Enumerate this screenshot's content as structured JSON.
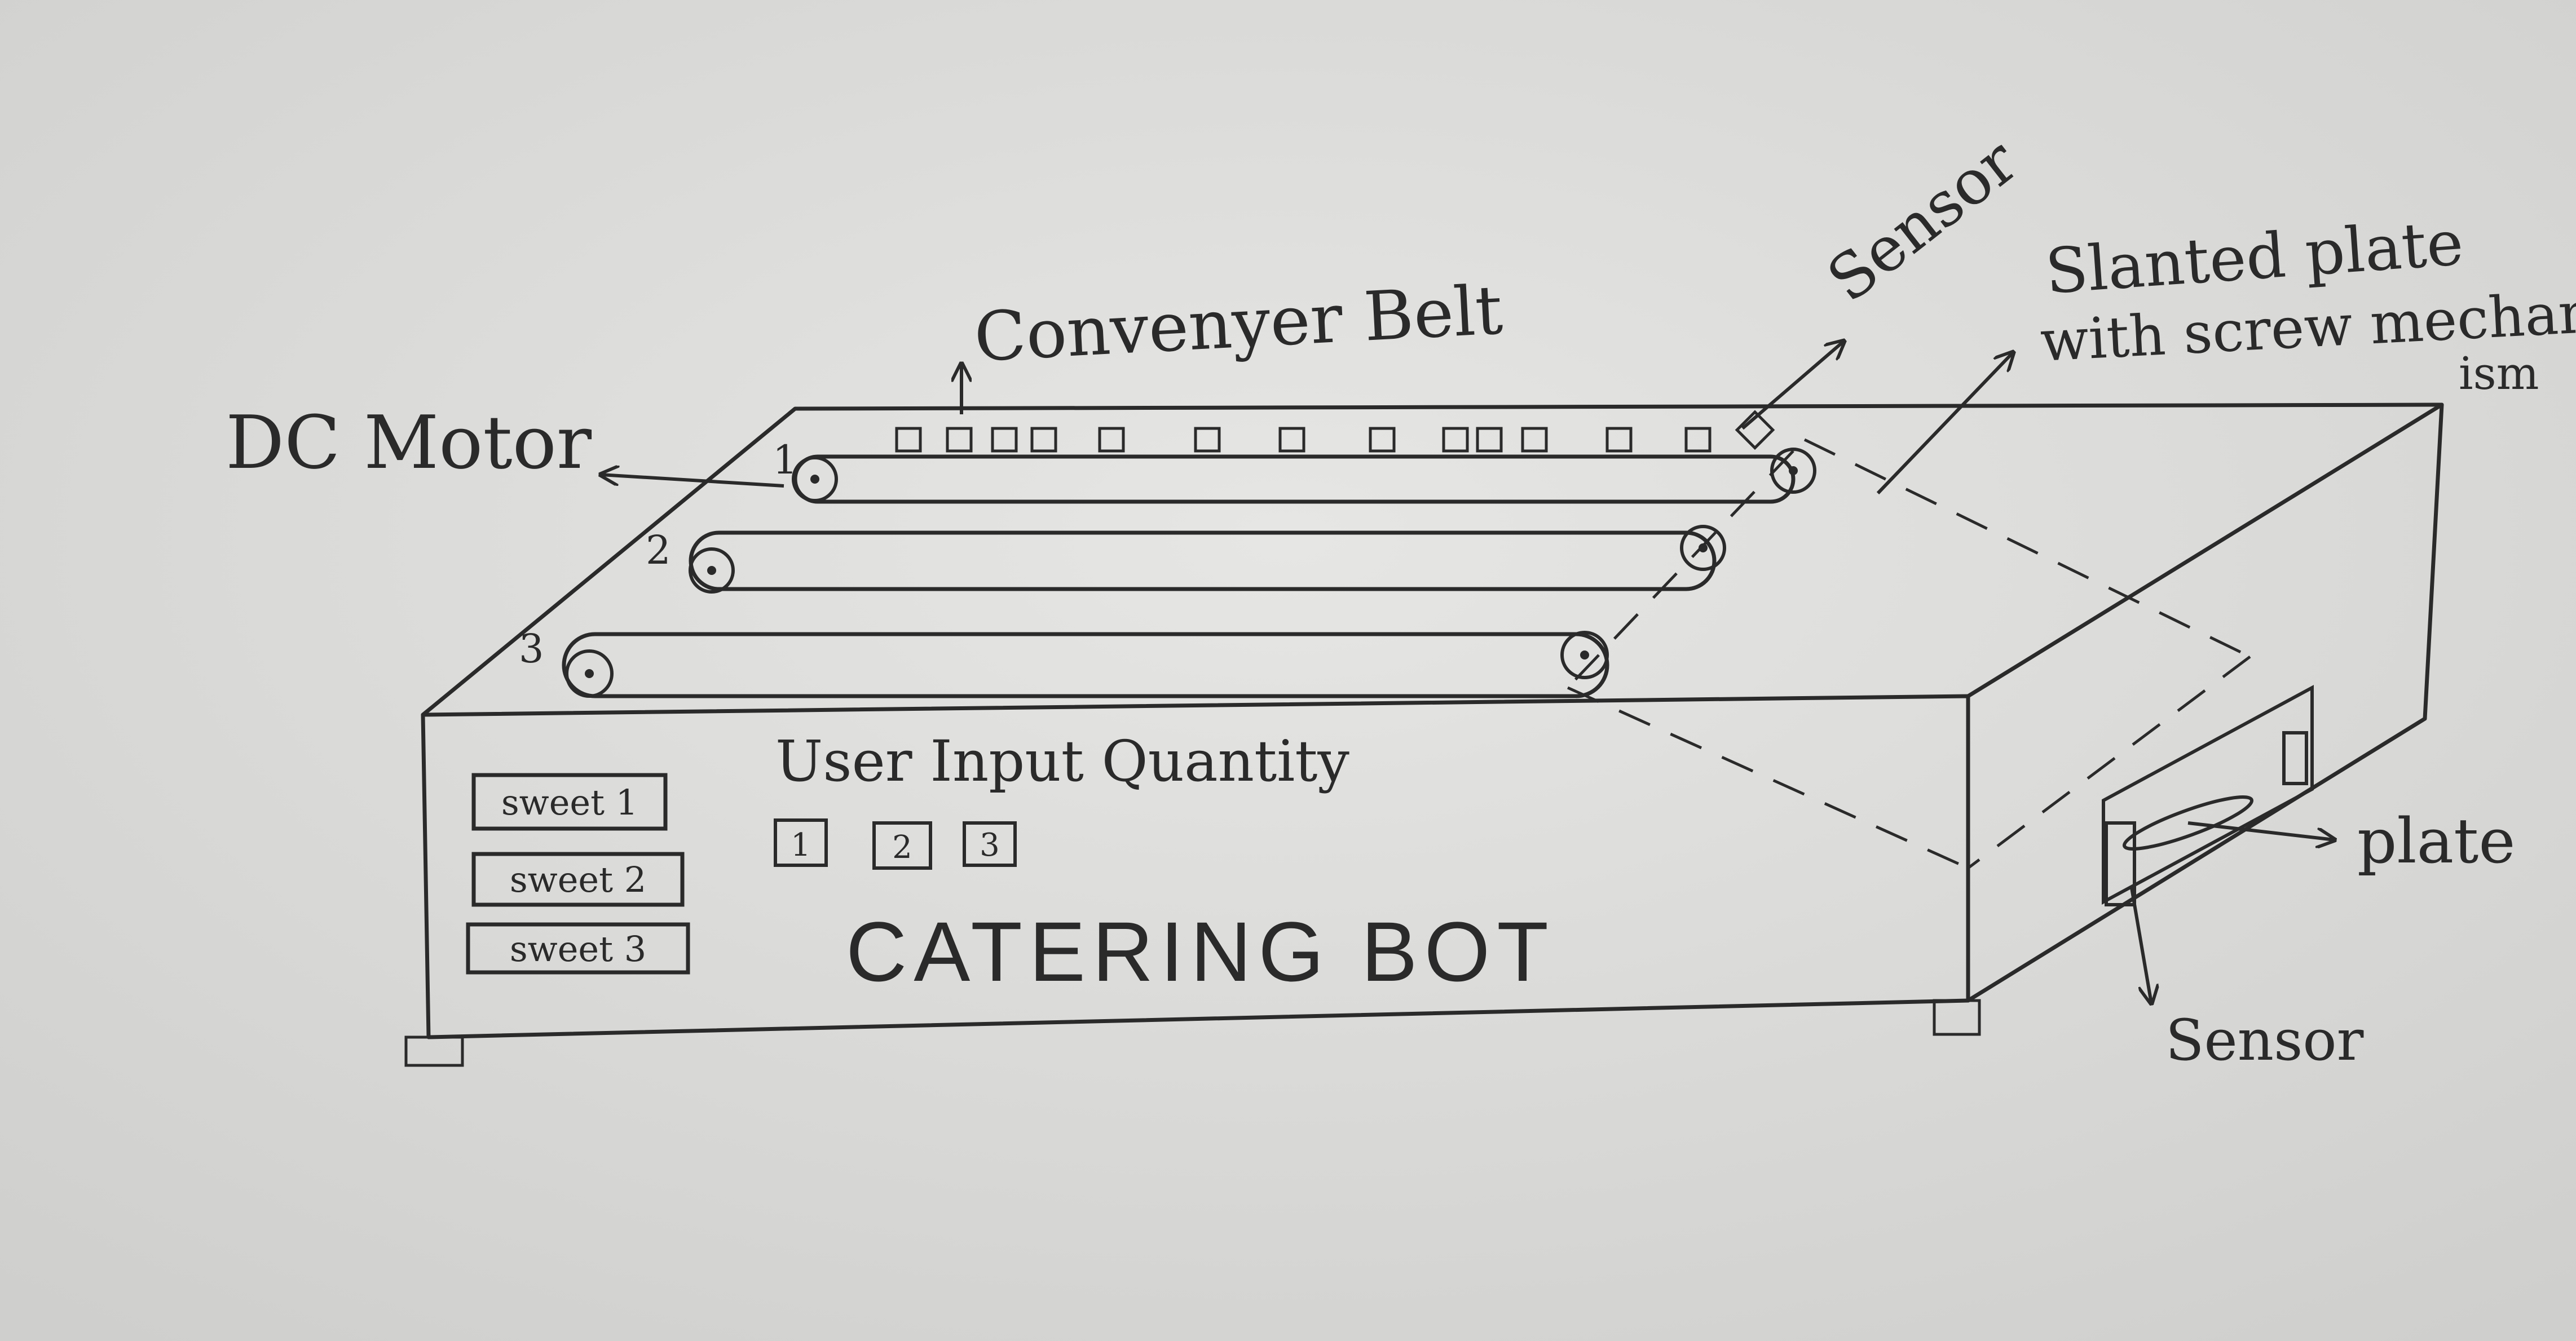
{
  "labels": {
    "dc_motor": "DC Motor",
    "conveyor_belt": "Convenyer Belt",
    "sensor_top": "Sensor",
    "slanted_plate_line1": "Slanted plate",
    "slanted_plate_line2": "with screw mechan",
    "slanted_plate_line3": "ism",
    "plate": "plate",
    "sensor_bottom": "Sensor"
  },
  "belts": [
    {
      "number": "1"
    },
    {
      "number": "2"
    },
    {
      "number": "3"
    }
  ],
  "front_panel": {
    "sweet_buttons": [
      "sweet 1",
      "sweet 2",
      "sweet 3"
    ],
    "user_input_label": "User Input Quantity",
    "quantity_buttons": [
      "1",
      "2",
      "3"
    ],
    "title": "CATERING BOT"
  },
  "colors": {
    "paper": "#dcdcda",
    "pencil": "#2a2a2a"
  }
}
